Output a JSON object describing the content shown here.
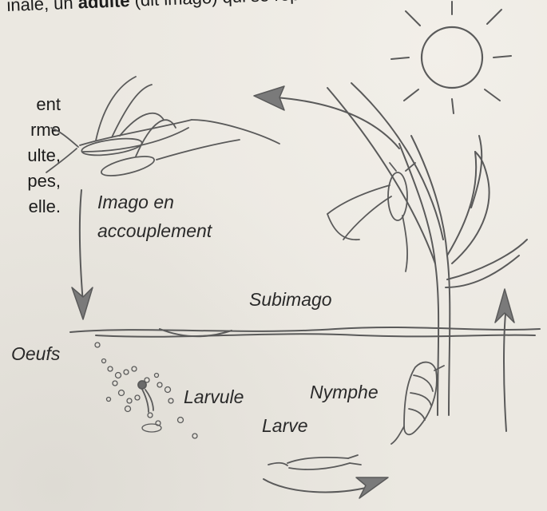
{
  "intro": {
    "prefix": "inale, un ",
    "bold": "adulte",
    "suffix": " (dit imago) qui se rep"
  },
  "paragraph_fragments": [
    "ent",
    "rme",
    "ulte,",
    "pes,",
    "elle."
  ],
  "labels": {
    "imago_line1": "Imago en",
    "imago_line2": "accouplement",
    "subimago": "Subimago",
    "oeufs": "Oeufs",
    "larvule": "Larvule",
    "nymphe": "Nymphe",
    "larve": "Larve"
  },
  "colors": {
    "ink": "#4a4a4a",
    "paper": "#ebe8e1"
  }
}
